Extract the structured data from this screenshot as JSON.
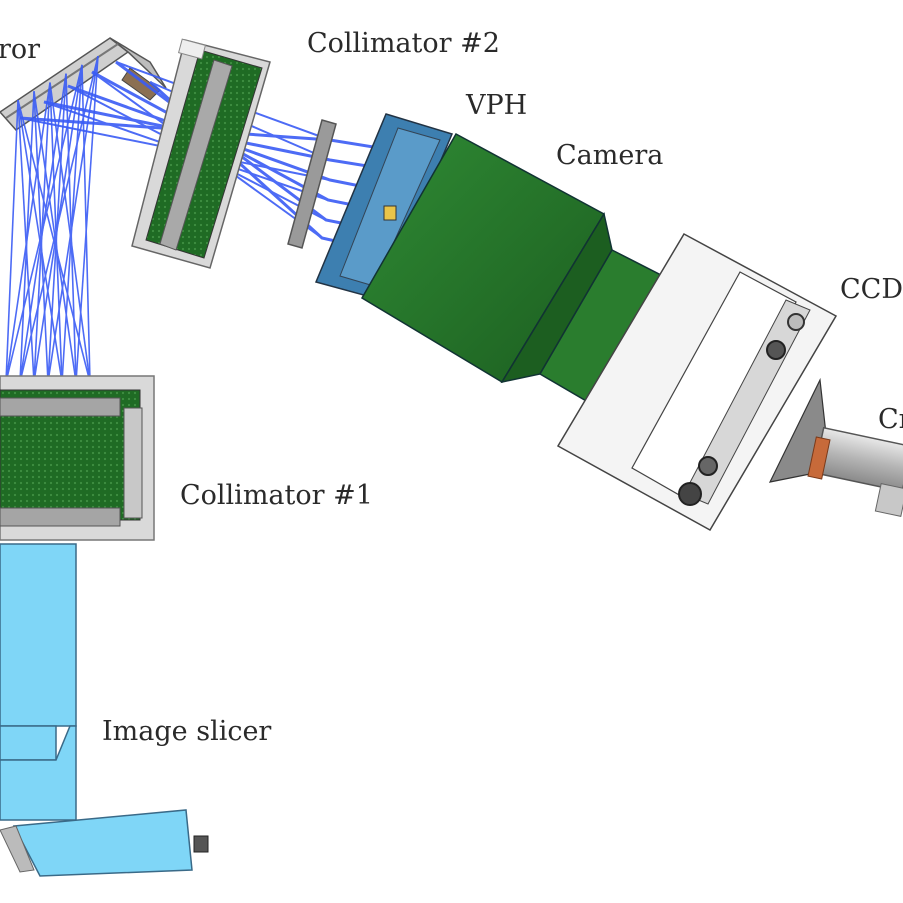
{
  "diagram": {
    "labels": {
      "mirror": "ror",
      "collimator2": "Collimator #2",
      "vph": "VPH",
      "camera": "Camera",
      "ccd": "CCD",
      "cryo": "Cr",
      "collimator1": "Collimator #1",
      "slicer": "Image slicer"
    },
    "colors": {
      "beam": "#3a5cf5",
      "optic_green": "#1f6b24",
      "camera_green": "#2a7d2e",
      "slicer_blue": "#7fd6f7",
      "vph_blue": "#3d7fb0",
      "frame_gray": "#a8a8a8",
      "ccd_white": "#f4f4f4"
    }
  }
}
